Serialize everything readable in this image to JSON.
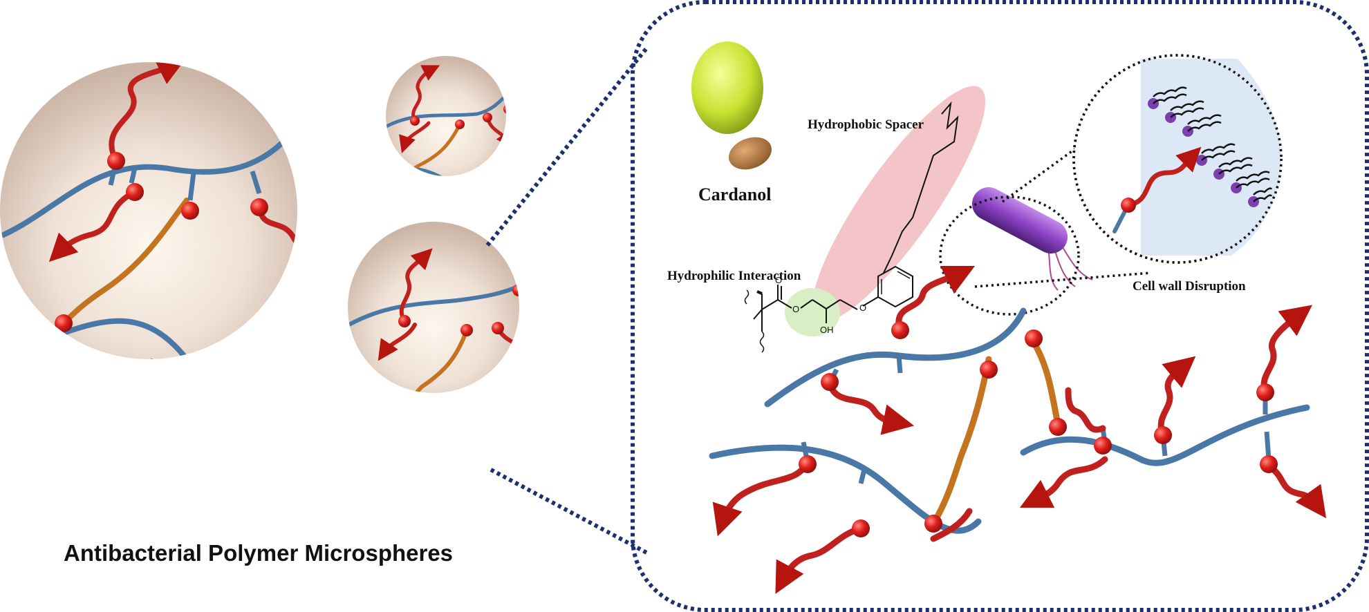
{
  "figure": {
    "title": "Antibacterial Polymer Microspheres",
    "labels": {
      "cardanol": "Cardanol",
      "hydrophobic_spacer": "Hydrophobic Spacer",
      "hydrophilic_interaction": "Hydrophilic Interaction",
      "cell_wall_disruption": "Cell wall Disruption"
    },
    "chem_atoms": {
      "ether_oxygen": "O",
      "ester_oxygen": "O",
      "carbonyl_oxygen": "O",
      "hydroxyl": "OH"
    }
  },
  "colors": {
    "backbone": "#4a78a6",
    "crosslinker": "#c4741f",
    "active_chain": "#c0201e",
    "bead": "#e0201b",
    "sphere": "#eadbd0",
    "dotted_border": "#1c2f6e",
    "bacterium": "#8e44c6",
    "cashew_fruit": "#c9e233",
    "cashew_nut": "#b87a43",
    "spacer_highlight": "#f4c5c8",
    "hydrophilic_highlight": "#d8efc6",
    "membrane_background": "#dce8f5",
    "lipid_head": "#7b3fb0"
  },
  "icons": [
    "cashew-icon",
    "bacterium-icon",
    "lipid-bilayer-icon",
    "polymer-network-icon"
  ]
}
